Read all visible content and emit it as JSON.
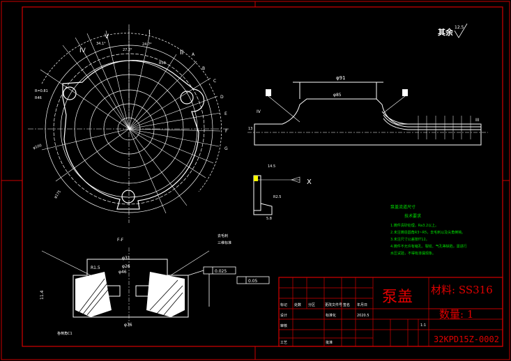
{
  "roughness_note": {
    "label": "其余",
    "value": "12.5"
  },
  "top_view": {
    "section_marks": [
      "I",
      "II",
      "V",
      "IV",
      "A",
      "B",
      "C",
      "D",
      "E",
      "F",
      "G"
    ],
    "dims": {
      "d_left1": "R=0.81",
      "d_left2": "R46",
      "d_phi": "φ100",
      "d_phi2": "φ175",
      "d_r": "R50",
      "angle1": "34.1°",
      "angle2": "27.2°",
      "angle3": "24.7°"
    }
  },
  "side_view": {
    "dims": {
      "top_phi": "φ91",
      "mid_phi": "φ85",
      "height": "13",
      "roman_left": "IV",
      "roman_right": "III"
    }
  },
  "detail_view": {
    "dims": {
      "w": "14.5",
      "r": "R2.5",
      "bottom": "5.8",
      "label_x": "X"
    }
  },
  "section_view": {
    "label": "F-F",
    "dims": {
      "phi1": "φ31",
      "phi2": "φ26",
      "phi3": "φ46",
      "phi_bot": "φ76",
      "r": "R1.5",
      "side": "11.4"
    },
    "callouts": [
      "去毛刺",
      "三维标准"
    ],
    "tolerance1": "0.025",
    "tolerance2": "0.05",
    "bottom_note": "各倒角C1"
  },
  "notes": {
    "title": "泵盖流道尺寸",
    "subtitle": "技术要求",
    "items": [
      "1.铸件清砂处理，Ra3.2以上。",
      "2.未注铸造圆角R3~R5，去毛刺以及尖角倒钝。",
      "3.未注尺寸公差按IT12。",
      "4.铸件不允许有缩孔、裂纹、气孔等缺陷，需进行",
      "  水压试验，不得有渗漏现象。"
    ]
  },
  "title_block": {
    "part_name": "泵盖",
    "material": "材料: SS316",
    "quantity": "数量: 1",
    "drawing_no": "32KPD15Z-0002",
    "scale": "1:1",
    "rows": [
      "标记",
      "处数",
      "分区",
      "更改文件号",
      "签名",
      "年月日"
    ],
    "roles": [
      "设计",
      "审核",
      "工艺",
      "标准化",
      "批准"
    ],
    "date": "2020.5"
  }
}
